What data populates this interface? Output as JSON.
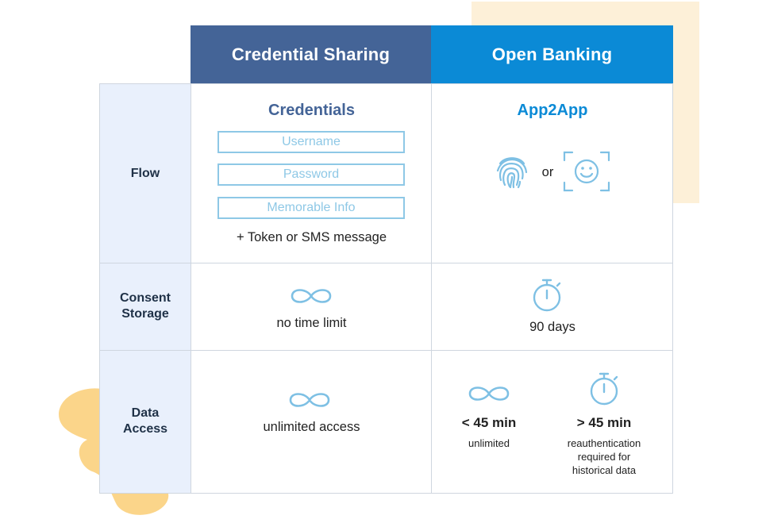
{
  "headers": {
    "credential_sharing": "Credential Sharing",
    "open_banking": "Open Banking"
  },
  "rows": {
    "flow": "Flow",
    "consent_storage_line1": "Consent",
    "consent_storage_line2": "Storage",
    "data_access_line1": "Data",
    "data_access_line2": "Access"
  },
  "credential_sharing": {
    "flow_title": "Credentials",
    "fields": [
      "Username",
      "Password",
      "Memorable Info"
    ],
    "extra": "+ Token or SMS message",
    "consent_storage": "no time limit",
    "data_access": "unlimited access"
  },
  "open_banking": {
    "flow_title": "App2App",
    "or_text": "or",
    "consent_storage": "90 days",
    "short_session_label": "< 45 min",
    "short_session_desc": "unlimited",
    "long_session_label": "> 45 min",
    "long_session_desc_1": "reauthentication",
    "long_session_desc_2": "required for",
    "long_session_desc_3": "historical data"
  },
  "icons": {
    "infinity": "infinity-icon",
    "stopwatch": "stopwatch-icon",
    "fingerprint": "fingerprint-icon",
    "face_id": "face-id-icon"
  },
  "colors": {
    "credential_header": "#446497",
    "open_banking_header": "#0b8ad6",
    "row_label_bg": "#e9f0fc",
    "icon_blue": "#7ec0e4",
    "deco_peach": "#fdf0d8",
    "deco_yellow": "#fbd58a"
  }
}
